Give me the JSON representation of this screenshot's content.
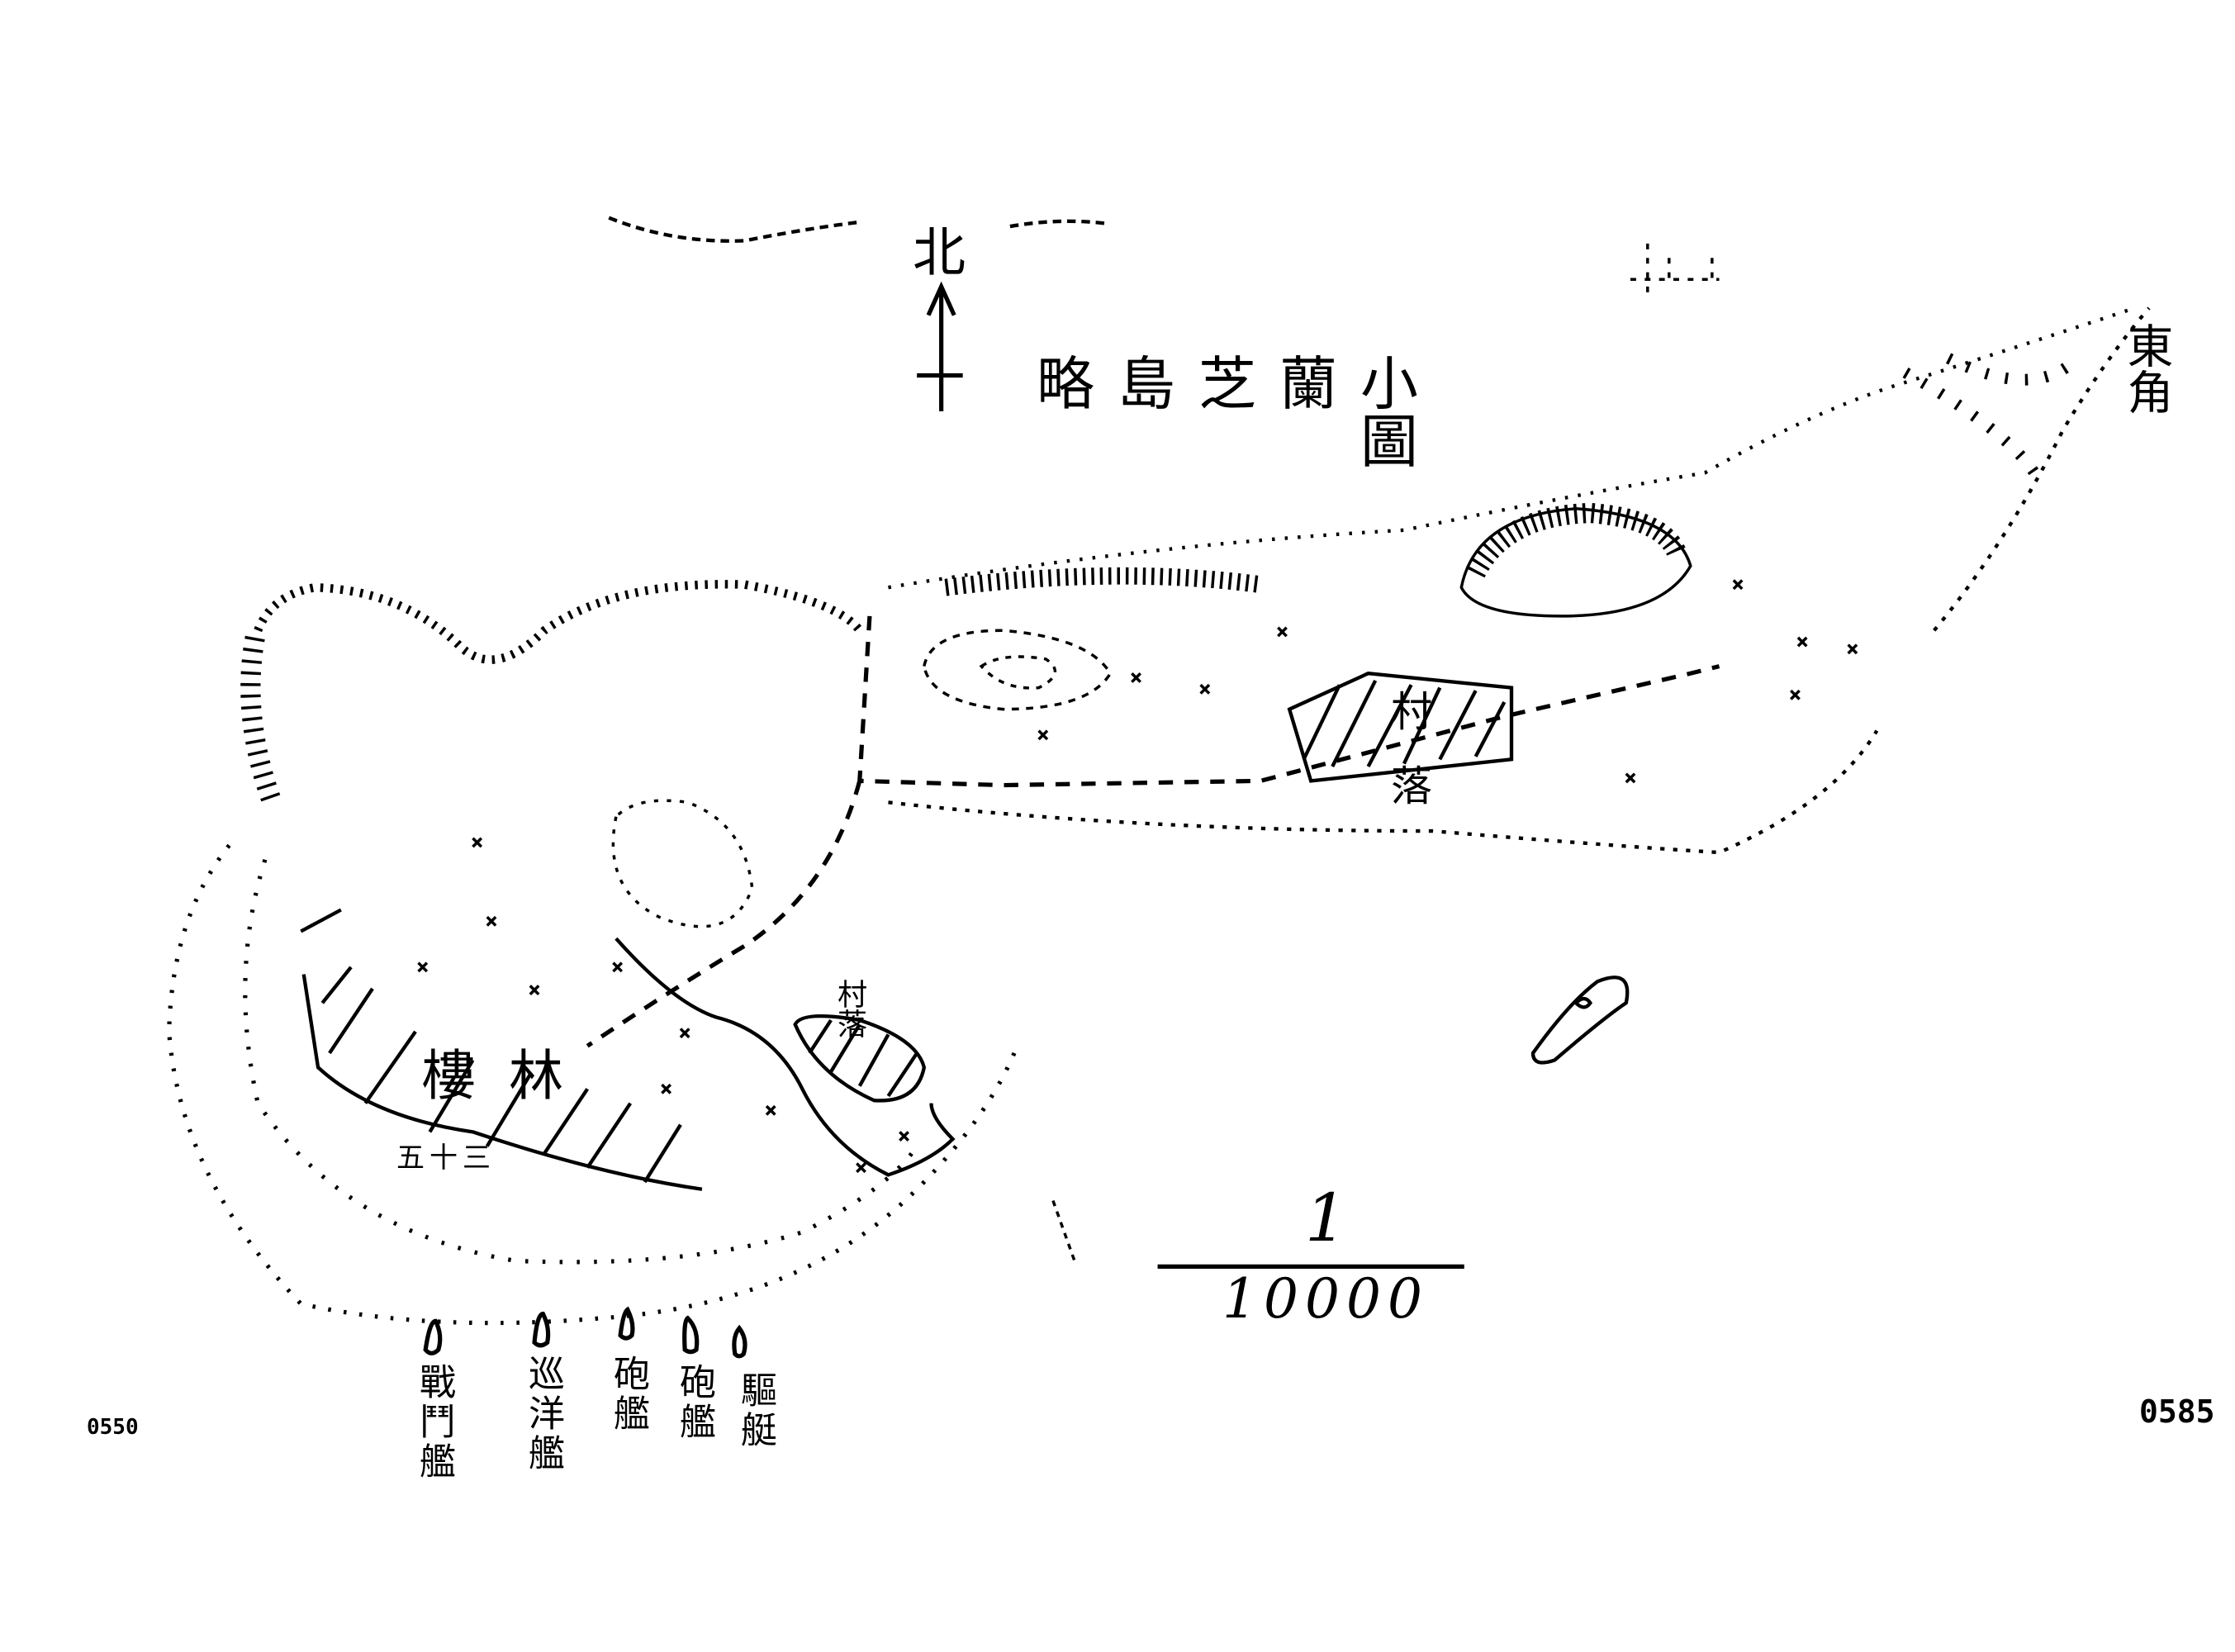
{
  "map": {
    "title": "小蘭芝島略圖",
    "north_label": "北",
    "cape_label": "東角",
    "places": {
      "forest_label": "樓林",
      "elevation_label": "五十三",
      "village_east_label": "村落",
      "village_south_label": "村落"
    },
    "scale": {
      "numerator": "1",
      "denominator": "10000"
    },
    "ships": [
      {
        "label": "戰鬥艦"
      },
      {
        "label": "巡洋艦"
      },
      {
        "label": "砲艦"
      },
      {
        "label": "砲艦"
      },
      {
        "label": "驅艇"
      }
    ]
  },
  "page_numbers": {
    "left": "0550",
    "right": "0585"
  }
}
